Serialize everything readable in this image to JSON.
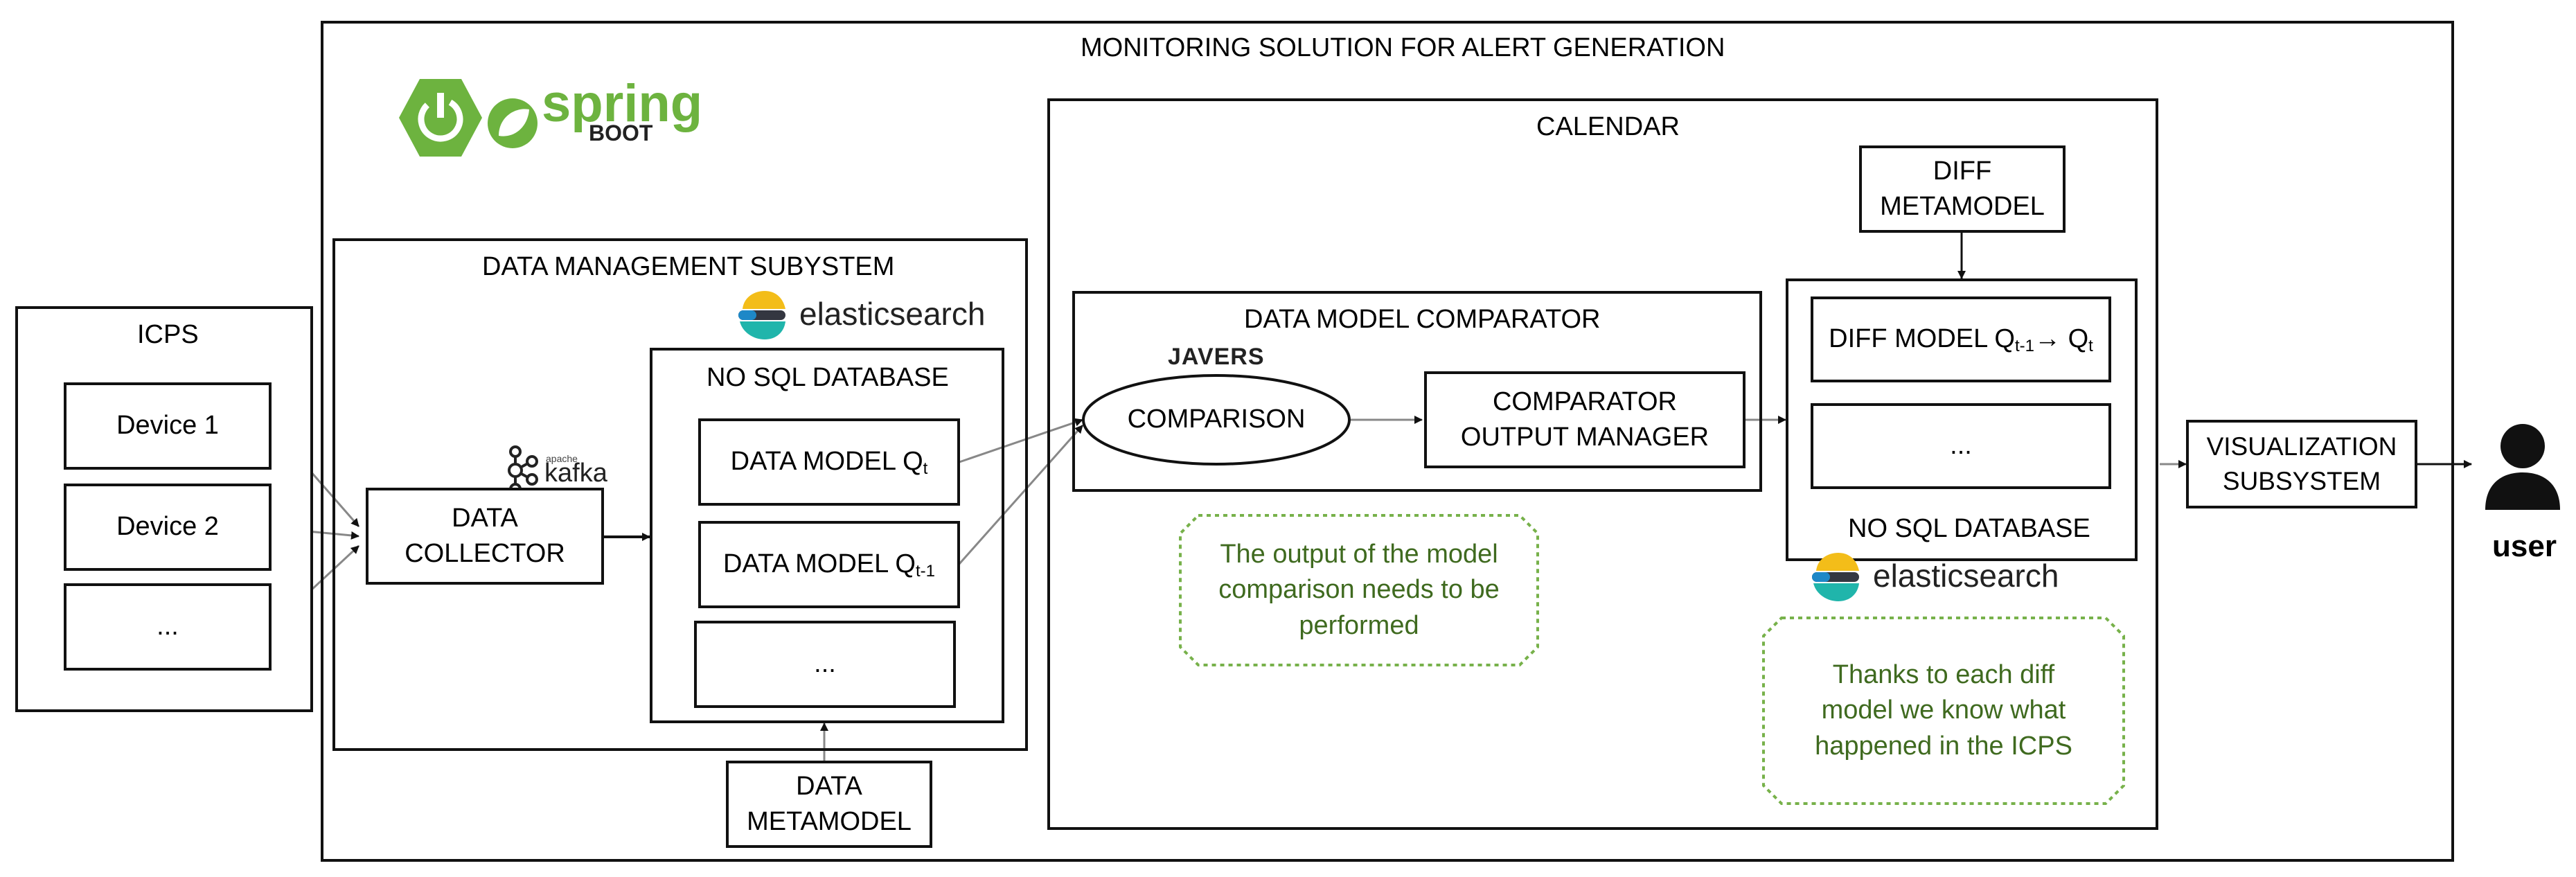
{
  "diagram": {
    "main_title": "MONITORING SOLUTION FOR ALERT GENERATION",
    "icps": {
      "title": "ICPS",
      "devices": [
        "Device 1",
        "Device 2",
        "..."
      ]
    },
    "data_management": {
      "title": "DATA MANAGEMENT SUBYSTEM",
      "collector_label": "DATA COLLECTOR",
      "nosql_title": "NO SQL DATABASE",
      "models": [
        "DATA MODEL Q",
        "DATA MODEL Q",
        "..."
      ],
      "model_subscripts": [
        "t",
        "t-1",
        ""
      ]
    },
    "data_metamodel": "DATA METAMODEL",
    "calendar": {
      "title": "CALENDAR",
      "comparator_title": "DATA MODEL COMPARATOR",
      "comparison": "COMPARISON",
      "output_manager": "COMPARATOR OUTPUT MANAGER",
      "diff_metamodel": "DIFF METAMODEL",
      "diff_model_prefix": "DIFF MODEL Q",
      "diff_model_sub1": "t-1",
      "diff_model_arrow": "→ Q",
      "diff_model_sub2": "t",
      "diff_more": "...",
      "nosql_title": "NO SQL DATABASE"
    },
    "notes": {
      "output": "The output of the model comparison needs to be performed",
      "diff": "Thanks to each diff model we know what happened in the ICPS"
    },
    "visualization": "VISUALIZATION SUBSYSTEM",
    "user_label": "user",
    "logos": {
      "spring": "spring",
      "spring_sub": "BOOT",
      "elasticsearch": "elasticsearch",
      "kafka": "kafka",
      "kafka_prefix": "apache",
      "javers": "JAVERS"
    },
    "colors": {
      "spring_green": "#6db33f",
      "note_border": "#77b14a",
      "note_text": "#3f6a1f",
      "javers_orange": "#e8711c",
      "elastic_yellow": "#f3bd19",
      "elastic_teal": "#20b5ab",
      "elastic_dark": "#343741"
    }
  }
}
